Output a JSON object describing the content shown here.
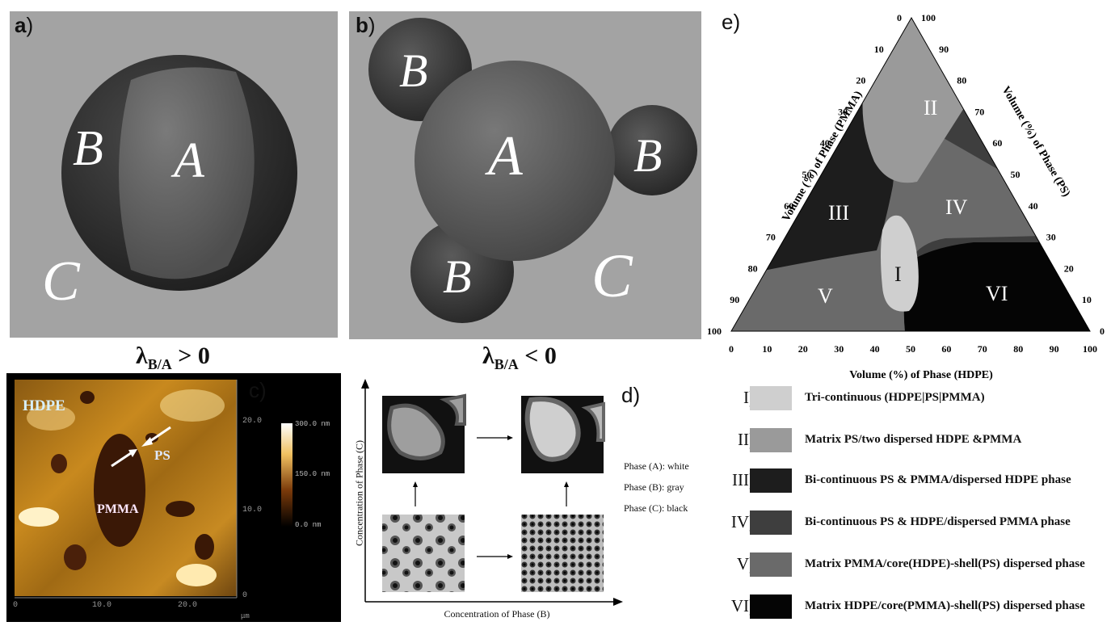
{
  "panels": {
    "a": {
      "letter": "a",
      "paren": ")",
      "label_A": "A",
      "label_B": "B",
      "label_C": "C",
      "lambda_symbol": "λ",
      "lambda_sub": "B/A",
      "lambda_rel": " > 0"
    },
    "b": {
      "letter": "b",
      "paren": ")",
      "label_A": "A",
      "label_B1": "B",
      "label_B2": "B",
      "label_B3": "B",
      "label_C": "C",
      "lambda_symbol": "λ",
      "lambda_sub": "B/A",
      "lambda_rel": " < 0"
    },
    "c": {
      "letter": "c)",
      "hdpe": "HDPE",
      "ps": "PS",
      "pmma": "PMMA",
      "axis_right": [
        "20.0",
        "10.0",
        "0"
      ],
      "axis_bottom": [
        "0",
        "10.0",
        "20.0"
      ],
      "unit": "μm",
      "colorbar": [
        "300.0 nm",
        "150.0 nm",
        "0.0 nm"
      ]
    },
    "d": {
      "letter": "d)",
      "ylabel": "Concentration of Phase (C)",
      "xlabel": "Concentration of Phase (B)",
      "phase_key": [
        "Phase (A): white",
        "Phase (B): gray",
        "Phase (C): black"
      ]
    },
    "e": {
      "letter": "e)"
    }
  },
  "chart_data": {
    "type": "ternary",
    "left_axis_label": "Volume (%) of Phase (PMMA)",
    "right_axis_label": "Volume (%) of Phase (PS)",
    "bottom_axis_label": "Volume (%) of Phase (HDPE)",
    "bottom_ticks": [
      "0",
      "10",
      "20",
      "30",
      "40",
      "50",
      "60",
      "70",
      "80",
      "90",
      "100"
    ],
    "left_ticks": [
      "0",
      "10",
      "20",
      "30",
      "40",
      "50",
      "60",
      "70",
      "80",
      "90",
      "100"
    ],
    "right_ticks": [
      "100",
      "90",
      "80",
      "70",
      "60",
      "50",
      "40",
      "30",
      "20",
      "10",
      "0"
    ],
    "regions": [
      {
        "id": "I",
        "color": "#cfcfcf"
      },
      {
        "id": "II",
        "color": "#9a9a9a"
      },
      {
        "id": "III",
        "color": "#1d1d1d"
      },
      {
        "id": "IV",
        "color": "#3e3e3e"
      },
      {
        "id": "V",
        "color": "#6a6a6a"
      },
      {
        "id": "VI",
        "color": "#050505"
      }
    ]
  },
  "legend": [
    {
      "num": "I)",
      "text": "Tri-continuous (HDPE|PS|PMMA)",
      "color": "#cfcfcf"
    },
    {
      "num": "II)",
      "text": "Matrix PS/two dispersed HDPE &PMMA",
      "color": "#9a9a9a"
    },
    {
      "num": "III)",
      "text": "Bi-continuous PS & PMMA/dispersed  HDPE phase",
      "color": "#1d1d1d"
    },
    {
      "num": "IV)",
      "text": "Bi-continuous PS & HDPE/dispersed  PMMA phase",
      "color": "#3e3e3e"
    },
    {
      "num": "V)",
      "text": "Matrix PMMA/core(HDPE)-shell(PS) dispersed phase",
      "color": "#6a6a6a"
    },
    {
      "num": "VI)",
      "text": "Matrix HDPE/core(PMMA)-shell(PS) dispersed phase",
      "color": "#050505"
    }
  ]
}
